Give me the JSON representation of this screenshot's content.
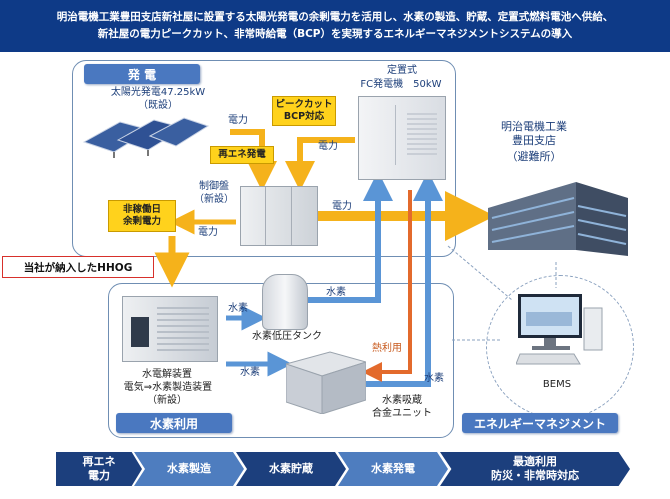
{
  "title": {
    "line1": "明治電機工業豊田支店新社屋に設置する太陽光発電の余剰電力を活用し、水素の製造、貯蔵、定置式燃料電池へ供給、",
    "line2": "新社屋の電力ピークカット、非常時給電（BCP）を実現するエネルギーマネジメントシステムの導入"
  },
  "sections": {
    "generation": "発 電",
    "hydrogen": "水素利用",
    "energy_mgmt": "エネルギーマネジメント"
  },
  "components": {
    "solar": {
      "line1": "太陽光発電47.25kW",
      "line2": "（既設）"
    },
    "fuel_cell": {
      "line1": "定置式",
      "line2": "FC発電機　50kW"
    },
    "control_panel": {
      "line1": "制御盤",
      "line2": "（新設）"
    },
    "building": {
      "line1": "明治電機工業",
      "line2": "豊田支店",
      "line3": "（避難所）"
    },
    "electrolyzer": {
      "line1": "水電解装置",
      "line2": "電気⇒水素製造装置",
      "line3": "（新設）"
    },
    "low_pressure_tank": "水素低圧タンク",
    "alloy_unit": {
      "line1": "水素吸蔵",
      "line2": "合金ユニット"
    },
    "bems": "BEMS"
  },
  "boxes": {
    "peak_cut": {
      "line1": "ピークカット",
      "line2": "BCP対応"
    },
    "renewable": "再エネ発電",
    "holiday": {
      "line1": "非稼働日",
      "line2": "余剰電力"
    }
  },
  "callout": "当社が納入したHHOG",
  "flow_labels": {
    "electricity": "電力",
    "hydrogen": "水素",
    "heat": "熱利用"
  },
  "steps": [
    {
      "line1": "再エネ",
      "line2": "電力"
    },
    {
      "line1": "水素製造",
      "line2": ""
    },
    {
      "line1": "水素貯蔵",
      "line2": ""
    },
    {
      "line1": "水素発電",
      "line2": ""
    },
    {
      "line1": "最適利用",
      "line2": "防災・非常時対応"
    }
  ],
  "colors": {
    "title_bg": "#0e3a87",
    "electricity_arrow": "#f5b21b",
    "hydrogen_arrow": "#5a95d6",
    "heat_arrow": "#e36a2c",
    "step_dark": "#1c3f7d",
    "step_light": "#4e7dbf"
  },
  "icons": [
    "solar-panel-icon",
    "fuel-cell-icon",
    "control-panel-icon",
    "building-icon",
    "electrolyzer-icon",
    "tank-icon",
    "alloy-unit-icon",
    "computer-icon"
  ]
}
